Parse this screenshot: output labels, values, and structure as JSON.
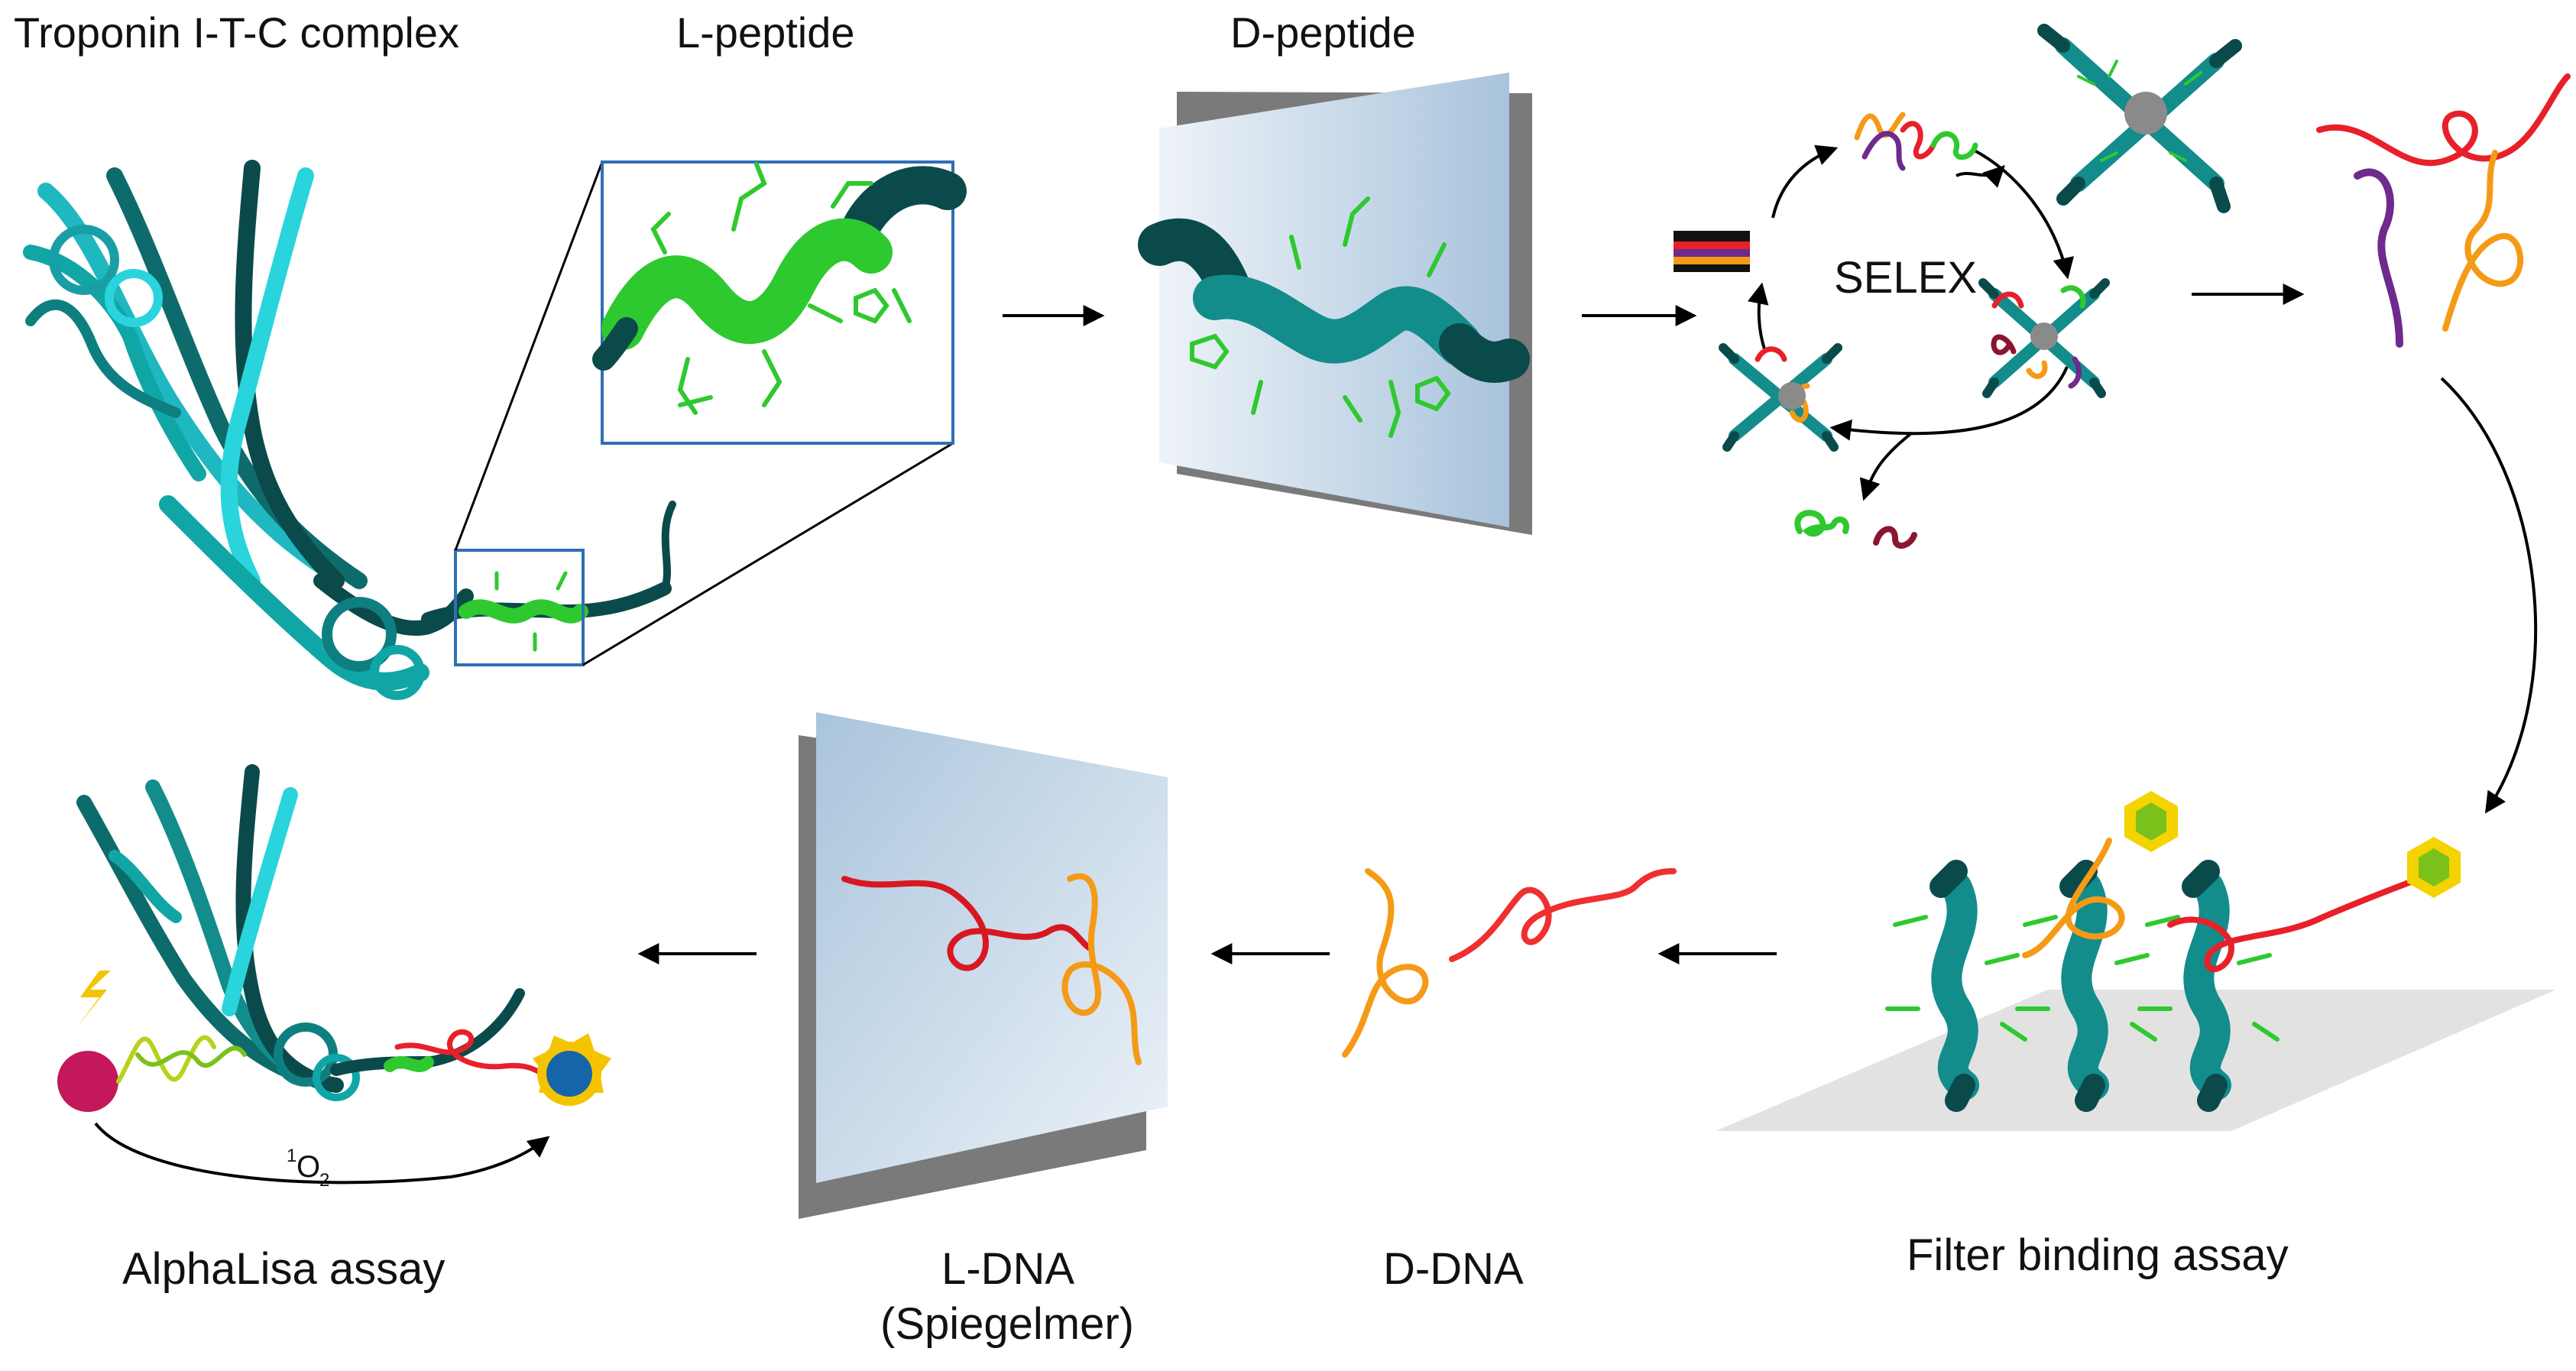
{
  "labels": {
    "troponin": "Troponin I-T-C complex",
    "l_peptide": "L-peptide",
    "d_peptide": "D-peptide",
    "selex": "SELEX",
    "filter_binding": "Filter binding assay",
    "d_dna": "D-DNA",
    "l_dna": "L-DNA",
    "spiegelmer": "(Spiegelmer)",
    "alphalisa": "AlphaLisa assay",
    "singlet_oxygen_sup": "1",
    "singlet_oxygen_o": "O",
    "singlet_oxygen_sub": "2"
  },
  "colors": {
    "helix_dark": "#0b4a4a",
    "helix_teal": "#10a6a6",
    "helix_cyan": "#2ad4dc",
    "peptide_green": "#2ec92e",
    "aptamer_red": "#e8202a",
    "aptamer_orange": "#f59a16",
    "aptamer_purple": "#6e2a8c",
    "donor_bead": "#c4185a",
    "acceptor_bead": "#1466a8",
    "acceptor_star": "#f5c400",
    "box_blue": "#2f6fb5",
    "mirror_light": "#e8eef4",
    "mirror_dark": "#a9c4dc",
    "filter_gray": "#e2e2e2"
  }
}
